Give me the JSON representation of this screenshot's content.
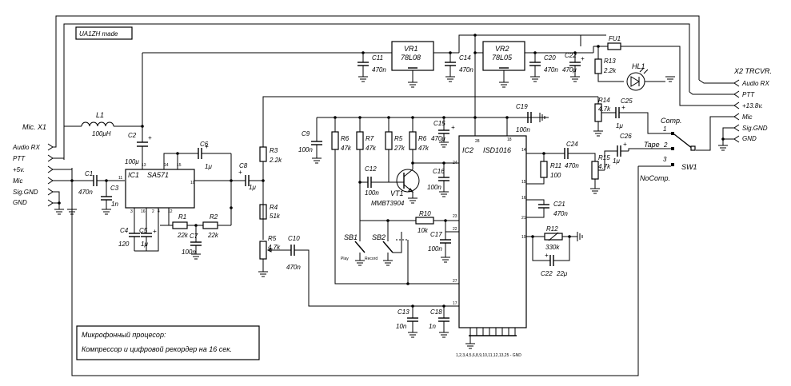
{
  "credit": "UA1ZH made",
  "caption": {
    "line1": "Микрофонный процесор:",
    "line2": "Компрессор и цифровой рекордер на 16 сек."
  },
  "connectors": {
    "x1": {
      "title": "Mic.  X1",
      "pins": [
        "Audio RX",
        "PTT",
        "+5v.",
        "Mic",
        "Sig.GND",
        "GND"
      ]
    },
    "x2": {
      "title": "X2  TRCVR.",
      "pins": [
        "Audio RX",
        "PTT",
        "+13.8v.",
        "Mic",
        "Sig.GND",
        "GND"
      ]
    }
  },
  "ics": {
    "ic1": {
      "ref": "IC1",
      "part": "SA571",
      "pins": [
        "11",
        "13",
        "14",
        "15",
        "10",
        "12",
        "3",
        "16",
        "4",
        "2"
      ]
    },
    "ic2": {
      "ref": "IC2",
      "part": "ISD1016",
      "pins": [
        "28",
        "24",
        "15",
        "14",
        "16",
        "21",
        "19",
        "23",
        "22",
        "27",
        "17",
        "18"
      ],
      "gnd_pins": "1,2,3,4,5,6,8,9,10,11,12,13,25 - GND"
    },
    "vr1": {
      "ref": "VR1",
      "part": "78L08"
    },
    "vr2": {
      "ref": "VR2",
      "part": "78L05"
    }
  },
  "components": {
    "l1": {
      "ref": "L1",
      "value": "100μH"
    },
    "c1": {
      "ref": "C1",
      "value": "470n"
    },
    "c2": {
      "ref": "C2",
      "value": "100μ"
    },
    "c3": {
      "ref": "C3",
      "value": "1n"
    },
    "c4": {
      "ref": "C4",
      "value": "120"
    },
    "c5": {
      "ref": "C5",
      "value": "1μ"
    },
    "c6": {
      "ref": "C6",
      "value": "1μ"
    },
    "c7": {
      "ref": "C7",
      "value": "100n"
    },
    "c8": {
      "ref": "C8",
      "value": "1μ"
    },
    "c9": {
      "ref": "C9",
      "value": "100n"
    },
    "c10": {
      "ref": "C10",
      "value": "470n"
    },
    "c11": {
      "ref": "C11",
      "value": "470n"
    },
    "c12": {
      "ref": "C12",
      "value": "100n"
    },
    "c13": {
      "ref": "C13",
      "value": "10n"
    },
    "c14": {
      "ref": "C14",
      "value": "470n"
    },
    "c15": {
      "ref": "C15",
      "value": "470μ"
    },
    "c16": {
      "ref": "C16",
      "value": "100n"
    },
    "c17": {
      "ref": "C17",
      "value": "100n"
    },
    "c18": {
      "ref": "C18",
      "value": "1n"
    },
    "c19": {
      "ref": "C19",
      "value": "100n"
    },
    "c20": {
      "ref": "C20",
      "value": "470n"
    },
    "c21": {
      "ref": "C21",
      "value": "470n"
    },
    "c22": {
      "ref": "C22",
      "value": "22μ"
    },
    "c22b": {
      "ref": "C22",
      "value": "470μ"
    },
    "c24": {
      "ref": "C24",
      "value": "470n"
    },
    "c25": {
      "ref": "C25",
      "value": "1μ"
    },
    "c26": {
      "ref": "C26",
      "value": "1μ"
    },
    "r1": {
      "ref": "R1",
      "value": "22k"
    },
    "r2": {
      "ref": "R2",
      "value": "22k"
    },
    "r3": {
      "ref": "R3",
      "value": "2.2k"
    },
    "r4": {
      "ref": "R4",
      "value": "51k"
    },
    "r5": {
      "ref": "R5",
      "value": "4.7k"
    },
    "r5b": {
      "ref": "R5",
      "value": "27k"
    },
    "r6": {
      "ref": "R6",
      "value": "47k"
    },
    "r6b": {
      "ref": "R6",
      "value": "47k"
    },
    "r7": {
      "ref": "R7",
      "value": "47k"
    },
    "r10": {
      "ref": "R10",
      "value": "10k"
    },
    "r11": {
      "ref": "R11",
      "value": "100"
    },
    "r12": {
      "ref": "R12",
      "value": "330k"
    },
    "r13": {
      "ref": "R13",
      "value": "2.2k"
    },
    "r14": {
      "ref": "R14",
      "value": "4.7k"
    },
    "r15": {
      "ref": "R15",
      "value": "4.7k"
    },
    "vt1": {
      "ref": "VT1",
      "part": "MMBT3904"
    },
    "fu1": {
      "ref": "FU1"
    },
    "hl1": {
      "ref": "HL1"
    },
    "sb1": {
      "ref": "SB1",
      "label": "Play"
    },
    "sb2": {
      "ref": "SB2",
      "label": "Record"
    }
  },
  "switch": {
    "ref": "SW1",
    "positions": [
      {
        "num": "1",
        "label": "Comp."
      },
      {
        "num": "2",
        "label": "Tape"
      },
      {
        "num": "3",
        "label": "NoComp."
      }
    ]
  }
}
